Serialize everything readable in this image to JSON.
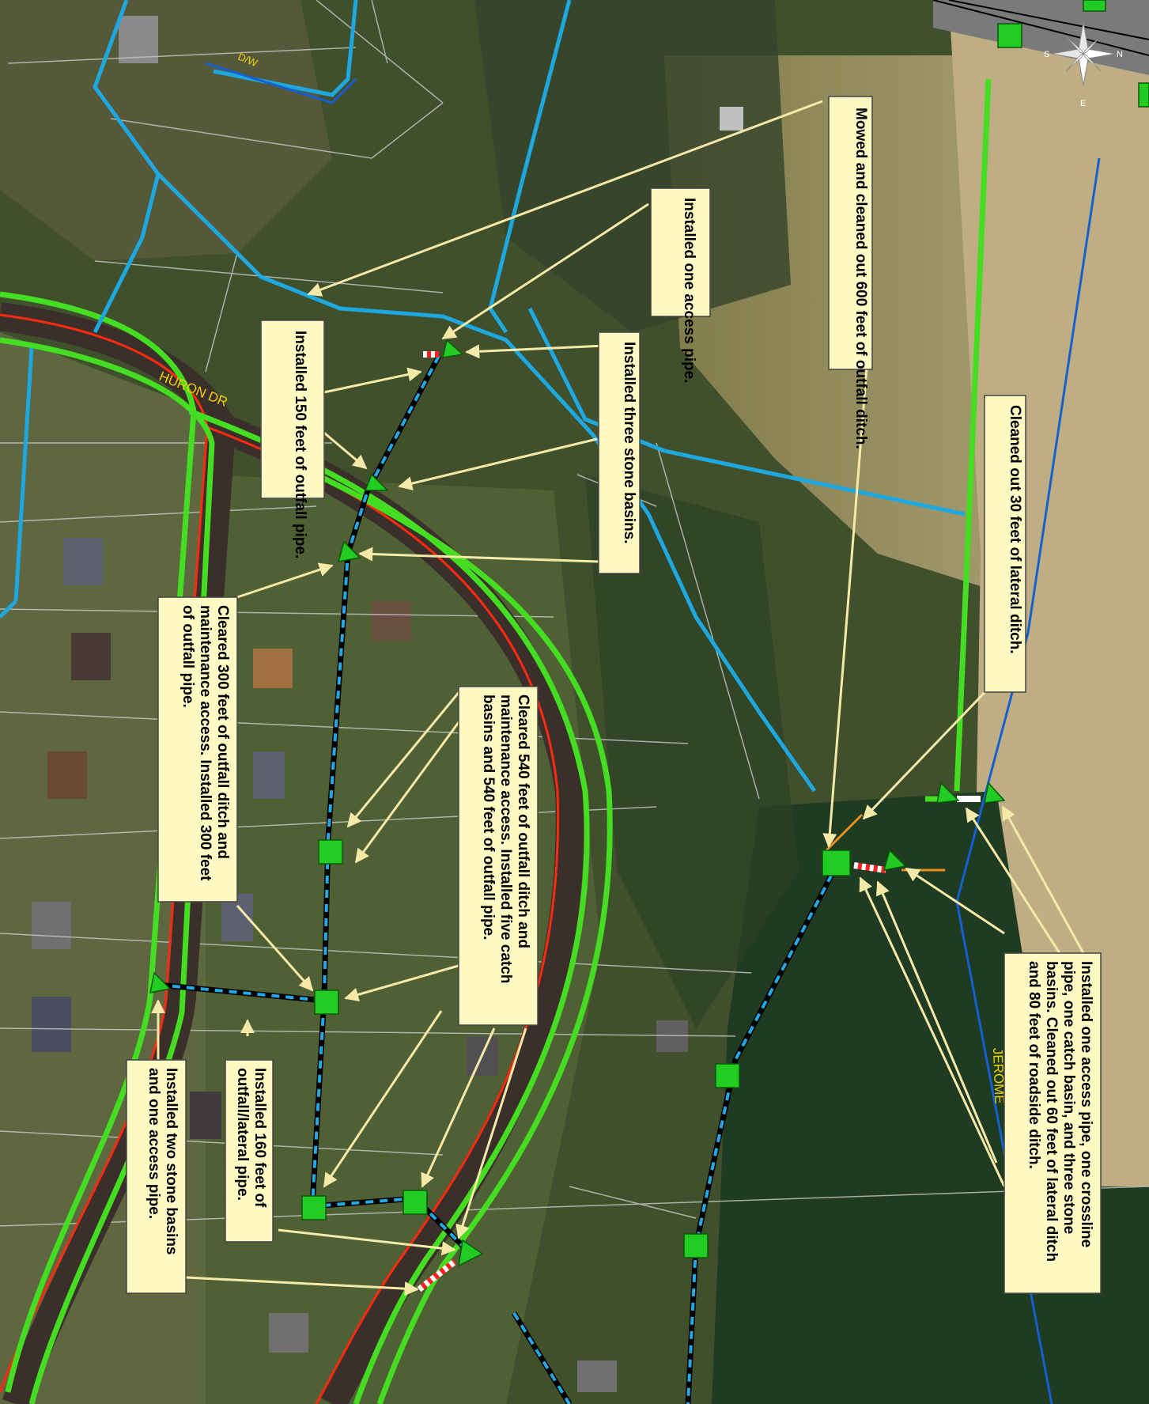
{
  "roads": {
    "huron": "HURON DR",
    "jerome": "JEROME",
    "dw": "D/W"
  },
  "callouts": {
    "mowed": "Mowed and cleaned out 600 feet of outfall ditch.",
    "access_pipe": "Installed one access pipe.",
    "three_basins": "Installed three stone basins.",
    "outfall_150": "Installed 150 feet of outfall pipe.",
    "lateral_30": "Cleaned out 30 feet of lateral ditch.",
    "cleared_540": "Cleared 540 feet of outfall ditch and maintenance access. Installed five catch basins and 540 feet of outfall pipe.",
    "cleared_300": "Cleared 300 feet of outfall ditch and maintenance access. Installed 300 feet of outfall pipe.",
    "pipe_160": "Installed 160 feet of outfall/lateral pipe.",
    "two_basins": "Installed two stone basins and one access pipe.",
    "crossline": "Installed one access pipe, one crossline pipe, one catch basin, and three stone basins. Cleaned out 60 feet of lateral ditch and 80 feet of roadside ditch."
  },
  "compass": {
    "north": "N",
    "south": "S",
    "east": "E"
  },
  "colors": {
    "callout_fill": "#fff9c4",
    "arrow": "#f5e9a8",
    "ditch_green": "#44dd22",
    "stream_blue": "#1ea8e0",
    "road_red": "#ff2a10",
    "basin_green": "#22cc22"
  }
}
